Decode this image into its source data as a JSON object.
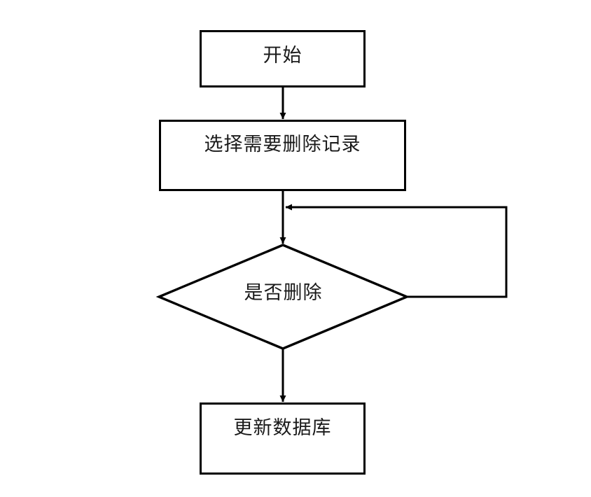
{
  "diagram": {
    "type": "flowchart",
    "orientation": "top-to-bottom",
    "background_color": "#ffffff",
    "stroke_color": "#000000",
    "text_color": "#1a1a1a",
    "nodes": [
      {
        "id": "start",
        "shape": "rectangle",
        "label": "开始"
      },
      {
        "id": "select-record",
        "shape": "rectangle",
        "label": "选择需要删除记录"
      },
      {
        "id": "decision-delete",
        "shape": "diamond",
        "label": "是否删除"
      },
      {
        "id": "update-db",
        "shape": "rectangle",
        "label": "更新数据库"
      }
    ],
    "edges": [
      {
        "id": "start-to-select",
        "from": "start",
        "to": "select-record",
        "label": ""
      },
      {
        "id": "select-to-decision",
        "from": "select-record",
        "to": "decision-delete",
        "label": ""
      },
      {
        "id": "decision-to-update",
        "from": "decision-delete",
        "to": "update-db",
        "label": ""
      },
      {
        "id": "decision-loop-back",
        "from": "decision-delete",
        "to": "select-to-decision",
        "label": ""
      }
    ]
  }
}
